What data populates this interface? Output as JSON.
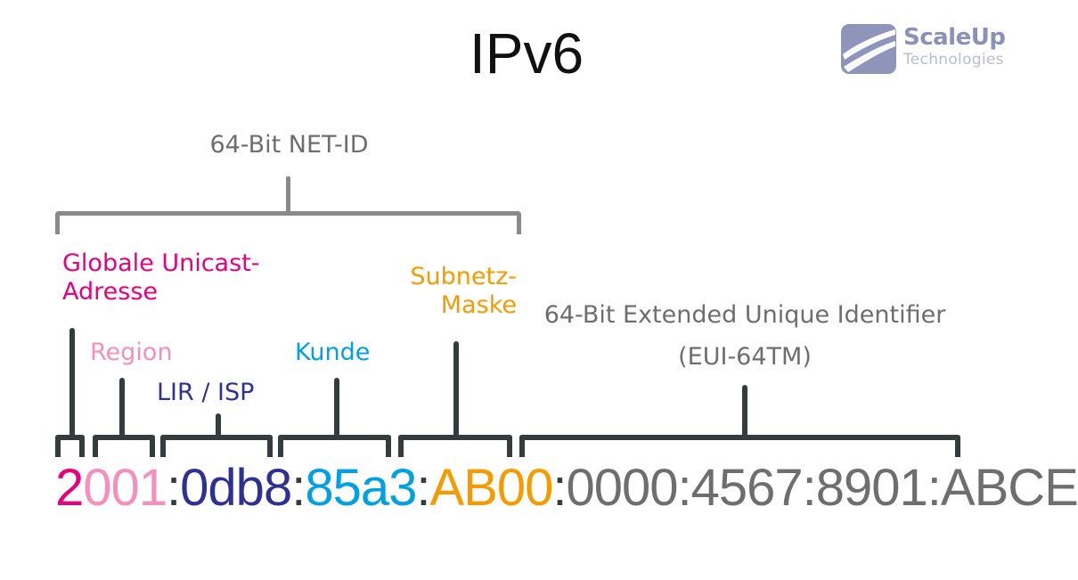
{
  "page": {
    "title": "IPv6",
    "background": "#ffffff"
  },
  "logo": {
    "name": "ScaleUp",
    "tagline": "Technologies",
    "mark_color": "#8f94bb",
    "name_color": "#8b90b8",
    "tagline_color": "#b9bccf"
  },
  "netid": {
    "label": "64-Bit NET-ID",
    "color": "#6e6e6e"
  },
  "labels": {
    "global_unicast": "Globale Unicast-\nAdresse",
    "region": "Region",
    "lir_isp": "LIR / ISP",
    "kunde": "Kunde",
    "subnetz": "Subnetz-\nMaske",
    "eui64_line1": "64-Bit Extended Unique Identifier",
    "eui64_line2": "(EUI-64TM)"
  },
  "colors": {
    "magenta": "#e6007e",
    "pink": "#f58fbb",
    "navy": "#2e3192",
    "cyan": "#00a0e3",
    "orange": "#f59b00",
    "gray": "#6e6e6e",
    "dark": "#343c3e",
    "bracket_gray": "#8a8a8a"
  },
  "address": {
    "full": "2001:0db8:85a3:AB00:0000:4567:8901:ABCE",
    "parts": [
      {
        "text": "2",
        "color": "#e6007e"
      },
      {
        "text": "001",
        "color": "#f58fbb"
      },
      {
        "text": ":",
        "color": "#343c3e"
      },
      {
        "text": "0db8",
        "color": "#2e3192"
      },
      {
        "text": ":",
        "color": "#343c3e"
      },
      {
        "text": "85a3",
        "color": "#00a0e3"
      },
      {
        "text": ":",
        "color": "#343c3e"
      },
      {
        "text": "AB00",
        "color": "#f59b00"
      },
      {
        "text": ":",
        "color": "#343c3e"
      },
      {
        "text": "0000:4567:8901:ABCE",
        "color": "#6e6e6e"
      }
    ]
  }
}
